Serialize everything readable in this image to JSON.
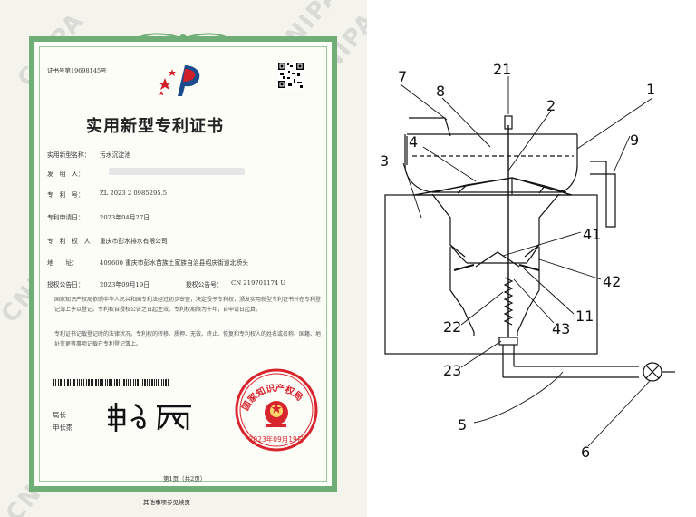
{
  "certificate": {
    "cert_no": "证书号第19698145号",
    "title": "实用新型专利证书",
    "fields": [
      {
        "label": "实用新型名称：",
        "value": "污水沉淀池"
      },
      {
        "label": "发　明　人：",
        "value": ""
      },
      {
        "label": "专　利　号：",
        "value": "ZL 2023 2 0985295.5"
      },
      {
        "label": "专利申请日：",
        "value": "2023年04月27日"
      },
      {
        "label": "专　利　权　人：",
        "value": "重庆市彭水排水有限公司"
      },
      {
        "label": "地　　址：",
        "value": "409600 重庆市彭水苗族土家族自治县绍庆街道北桥头"
      },
      {
        "label": "授权公告日：",
        "value": "2023年09月19日"
      },
      {
        "label": "授权公告号：",
        "value": "CN 219701174 U"
      }
    ],
    "paragraph1": "国家知识产权局依照中华人民共和国专利法经过初步审查，决定授予专利权，颁发实用新型专利证书并在专利登记簿上予以登记。专利权自授权公告之日起生效。专利权期限为十年，自申请日起算。",
    "paragraph2": "专利证书记载登记时的法律状况。专利权的转移、质押、无效、终止、恢复和专利权人的姓名或名称、国籍、地址变更等事项记载在专利登记簿上。",
    "director_title": "局长",
    "director_name": "申长雨",
    "seal_text": "国家知识产权局",
    "seal_date": "2023年09月19日",
    "page_no": "第1页（共2页）",
    "footer": "其他事项参见续页",
    "watermark": "CNIPA"
  },
  "drawing": {
    "labels": [
      "1",
      "2",
      "21",
      "3",
      "4",
      "41",
      "42",
      "43",
      "11",
      "22",
      "23",
      "5",
      "6",
      "7",
      "8",
      "9"
    ]
  }
}
